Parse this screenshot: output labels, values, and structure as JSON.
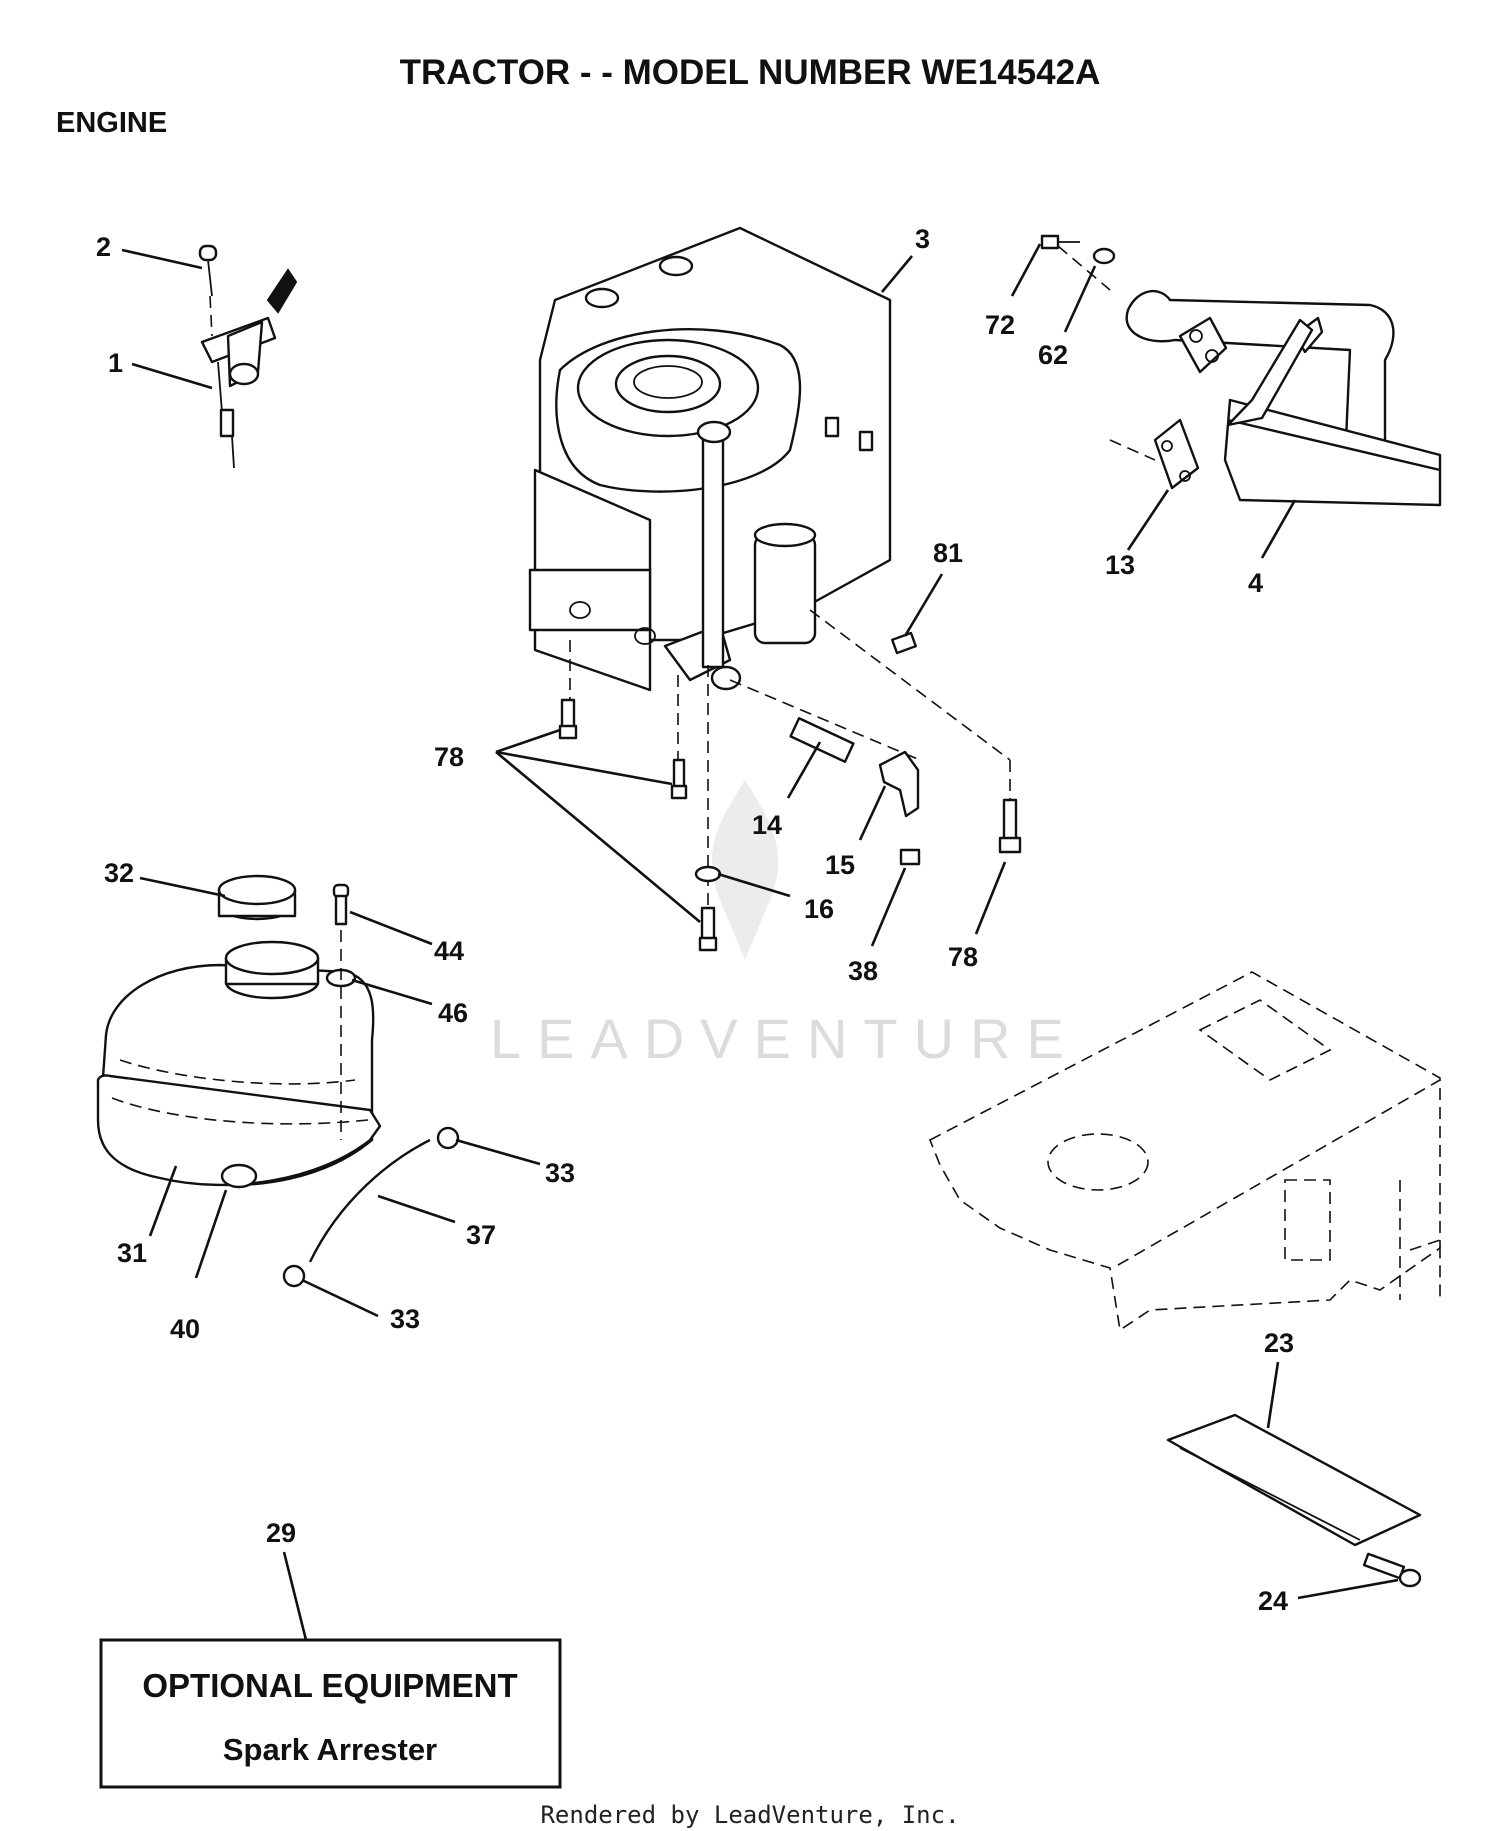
{
  "title": "TRACTOR - - MODEL NUMBER WE14542A",
  "section": "ENGINE",
  "callouts": {
    "c1": "1",
    "c2": "2",
    "c3": "3",
    "c4": "4",
    "c13": "13",
    "c14": "14",
    "c15": "15",
    "c16": "16",
    "c23": "23",
    "c24": "24",
    "c29": "29",
    "c31": "31",
    "c32": "32",
    "c33a": "33",
    "c33b": "33",
    "c37": "37",
    "c38": "38",
    "c40": "40",
    "c44": "44",
    "c46": "46",
    "c62": "62",
    "c72": "72",
    "c78a": "78",
    "c78b": "78",
    "c81": "81"
  },
  "optional_box": {
    "heading": "OPTIONAL EQUIPMENT",
    "item": "Spark Arrester"
  },
  "watermark": "LEADVENTURE",
  "footer": "Rendered by LeadVenture, Inc."
}
